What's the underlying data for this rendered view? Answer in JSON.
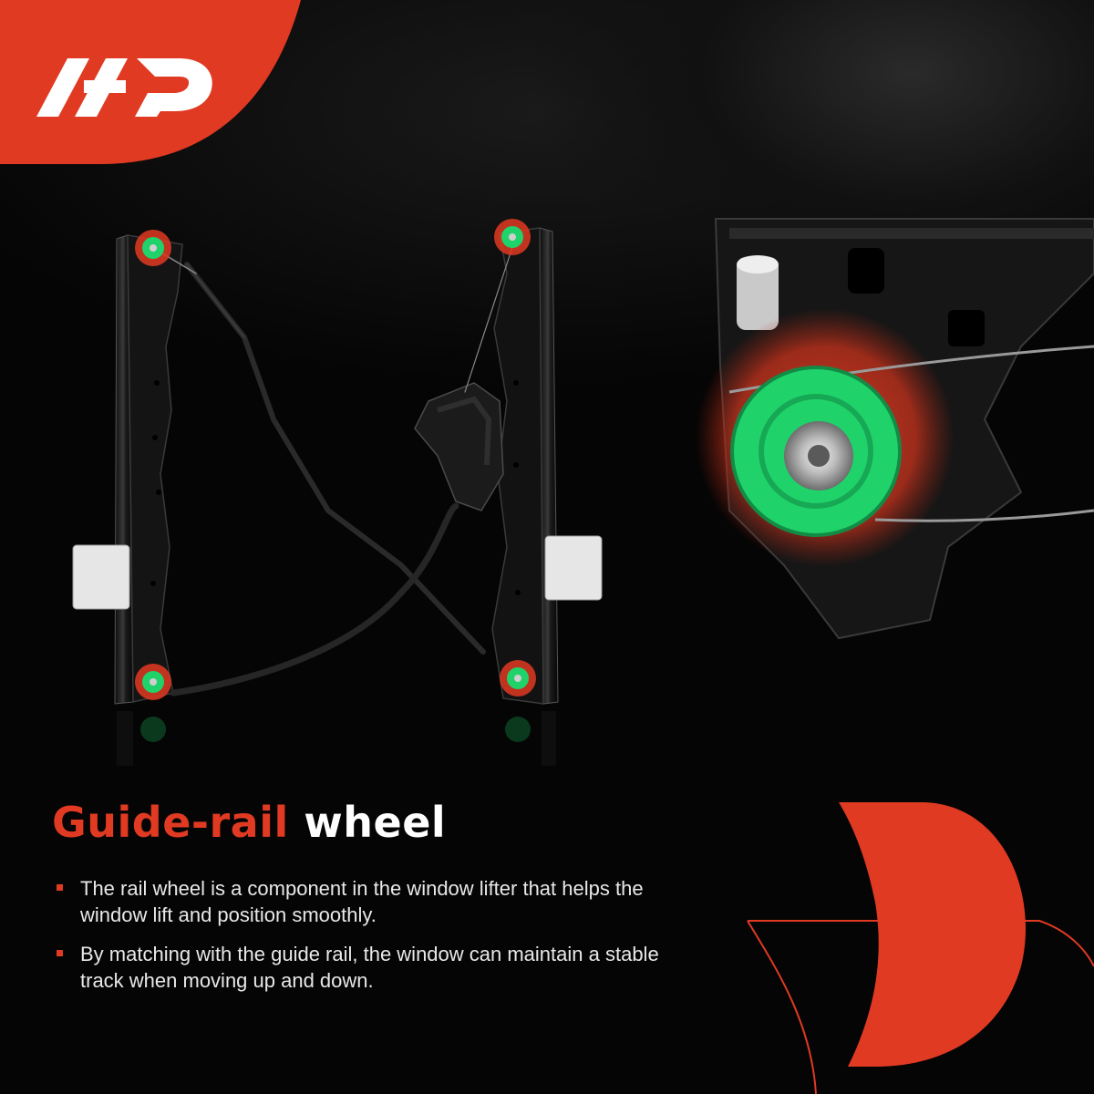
{
  "brand": {
    "logo_icon": "ap-logo-icon",
    "accent_color": "#e03a22",
    "wheel_color": "#1fd36a"
  },
  "headline": {
    "accent": "Guide-rail",
    "rest": "wheel"
  },
  "bullets": [
    {
      "text": "The rail wheel is a component in the window lifter that helps the window lift and position smoothly."
    },
    {
      "text": "By matching with the guide rail, the window can maintain a stable track when moving up and down."
    }
  ],
  "icons": {
    "bullet": "square-bullet-icon",
    "decoration": "d-shape-decoration-icon"
  }
}
